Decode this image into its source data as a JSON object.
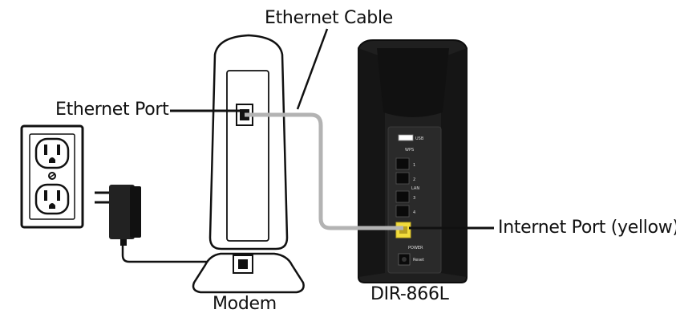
{
  "labels": {
    "ethernet_cable": "Ethernet Cable",
    "ethernet_port": "Ethernet Port",
    "internet_port": "Internet Port (yellow)",
    "modem": "Modem",
    "router_model": "DIR-866L"
  },
  "router_panel": {
    "usb": "USB",
    "wps": "WPS",
    "lan": "LAN",
    "lan_ports": [
      "1",
      "2",
      "3",
      "4"
    ],
    "power": "POWER",
    "reset": "Reset"
  },
  "colors": {
    "internet_port": "#f2dc3c",
    "cable": "#b3b3b3",
    "router_body": "#1f1f1f",
    "line": "#111111"
  },
  "icons": [
    "wall-outlet-icon",
    "power-adapter-icon",
    "modem-icon",
    "router-icon",
    "ethernet-cable"
  ]
}
